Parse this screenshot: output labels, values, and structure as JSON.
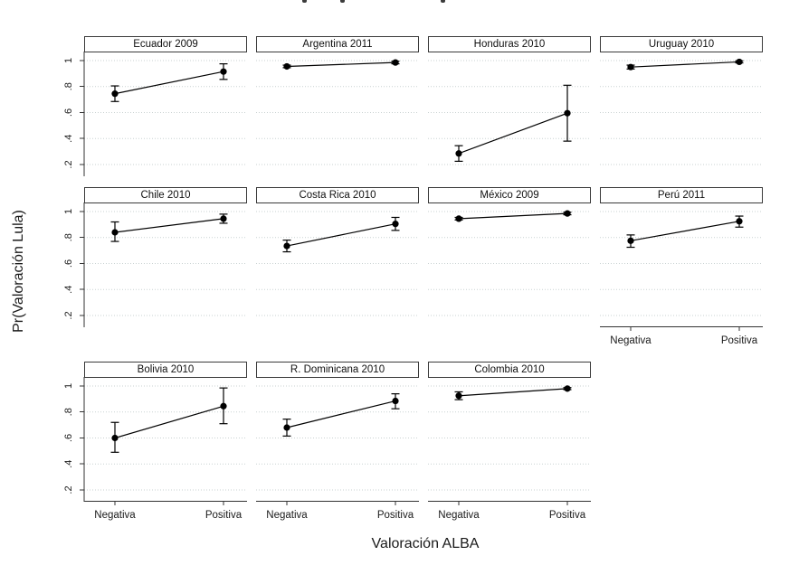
{
  "figure": {
    "background": "#ffffff",
    "cropped_title": {
      "note": "title line cut off at top edge of screenshot; only three letter descenders visible",
      "fragments": [
        "p",
        "p",
        "p"
      ]
    }
  },
  "colors": {
    "marker": "#000000",
    "connector_line": "#000000",
    "error_bar": "#000000",
    "grid": "#c9d2d2",
    "axis": "#333333",
    "header_border": "#3a3a3a",
    "text": "#1a1a1a",
    "background": "#ffffff"
  },
  "chart_data": {
    "type": "line",
    "subtype": "small-multiples dot plot with 95% CI error bars (Stata marginsplot by country-year)",
    "title": "",
    "xlabel": "Valoración ALBA",
    "ylabel": "Pr(Valoración Lula)",
    "categories": [
      "Negativa",
      "Positiva"
    ],
    "ytick_labels": [
      ".2",
      ".4",
      ".6",
      ".8",
      "1"
    ],
    "ytick_values": [
      0.2,
      0.4,
      0.6,
      0.8,
      1
    ],
    "ylim": [
      0.12,
      1.06
    ],
    "grid": "horizontal dotted gridlines at each y tick",
    "legend": "none",
    "layout": "3 rows x 4 columns; last row has 3 panels; y axis only on left column; x axis only on bottom panel of each column",
    "panels": [
      {
        "title": "Ecuador 2009",
        "row": 0,
        "col": 0,
        "points": [
          {
            "category": "Negativa",
            "y": 0.745,
            "ci_low": 0.685,
            "ci_high": 0.805
          },
          {
            "category": "Positiva",
            "y": 0.915,
            "ci_low": 0.855,
            "ci_high": 0.975
          }
        ]
      },
      {
        "title": "Argentina 2011",
        "row": 0,
        "col": 1,
        "points": [
          {
            "category": "Negativa",
            "y": 0.955,
            "ci_low": 0.945,
            "ci_high": 0.965
          },
          {
            "category": "Positiva",
            "y": 0.985,
            "ci_low": 0.975,
            "ci_high": 0.995
          }
        ]
      },
      {
        "title": "Honduras 2010",
        "row": 0,
        "col": 2,
        "points": [
          {
            "category": "Negativa",
            "y": 0.285,
            "ci_low": 0.225,
            "ci_high": 0.345
          },
          {
            "category": "Positiva",
            "y": 0.595,
            "ci_low": 0.38,
            "ci_high": 0.81
          }
        ]
      },
      {
        "title": "Uruguay 2010",
        "row": 0,
        "col": 3,
        "points": [
          {
            "category": "Negativa",
            "y": 0.95,
            "ci_low": 0.935,
            "ci_high": 0.965
          },
          {
            "category": "Positiva",
            "y": 0.99,
            "ci_low": 0.982,
            "ci_high": 0.998
          }
        ]
      },
      {
        "title": "Chile 2010",
        "row": 1,
        "col": 0,
        "points": [
          {
            "category": "Negativa",
            "y": 0.84,
            "ci_low": 0.77,
            "ci_high": 0.92
          },
          {
            "category": "Positiva",
            "y": 0.945,
            "ci_low": 0.91,
            "ci_high": 0.98
          }
        ]
      },
      {
        "title": "Costa Rica 2010",
        "row": 1,
        "col": 1,
        "points": [
          {
            "category": "Negativa",
            "y": 0.735,
            "ci_low": 0.69,
            "ci_high": 0.78
          },
          {
            "category": "Positiva",
            "y": 0.905,
            "ci_low": 0.855,
            "ci_high": 0.955
          }
        ]
      },
      {
        "title": "México 2009",
        "row": 1,
        "col": 2,
        "points": [
          {
            "category": "Negativa",
            "y": 0.945,
            "ci_low": 0.935,
            "ci_high": 0.955
          },
          {
            "category": "Positiva",
            "y": 0.985,
            "ci_low": 0.975,
            "ci_high": 0.995
          }
        ]
      },
      {
        "title": "Perú 2011",
        "row": 1,
        "col": 3,
        "points": [
          {
            "category": "Negativa",
            "y": 0.775,
            "ci_low": 0.725,
            "ci_high": 0.82
          },
          {
            "category": "Positiva",
            "y": 0.925,
            "ci_low": 0.88,
            "ci_high": 0.965
          }
        ]
      },
      {
        "title": "Bolivia 2010",
        "row": 2,
        "col": 0,
        "points": [
          {
            "category": "Negativa",
            "y": 0.6,
            "ci_low": 0.49,
            "ci_high": 0.72
          },
          {
            "category": "Positiva",
            "y": 0.845,
            "ci_low": 0.71,
            "ci_high": 0.985
          }
        ]
      },
      {
        "title": "R. Dominicana 2010",
        "row": 2,
        "col": 1,
        "points": [
          {
            "category": "Negativa",
            "y": 0.68,
            "ci_low": 0.615,
            "ci_high": 0.745
          },
          {
            "category": "Positiva",
            "y": 0.885,
            "ci_low": 0.825,
            "ci_high": 0.94
          }
        ]
      },
      {
        "title": "Colombia 2010",
        "row": 2,
        "col": 2,
        "points": [
          {
            "category": "Negativa",
            "y": 0.925,
            "ci_low": 0.895,
            "ci_high": 0.955
          },
          {
            "category": "Positiva",
            "y": 0.98,
            "ci_low": 0.972,
            "ci_high": 0.988
          }
        ]
      }
    ]
  }
}
